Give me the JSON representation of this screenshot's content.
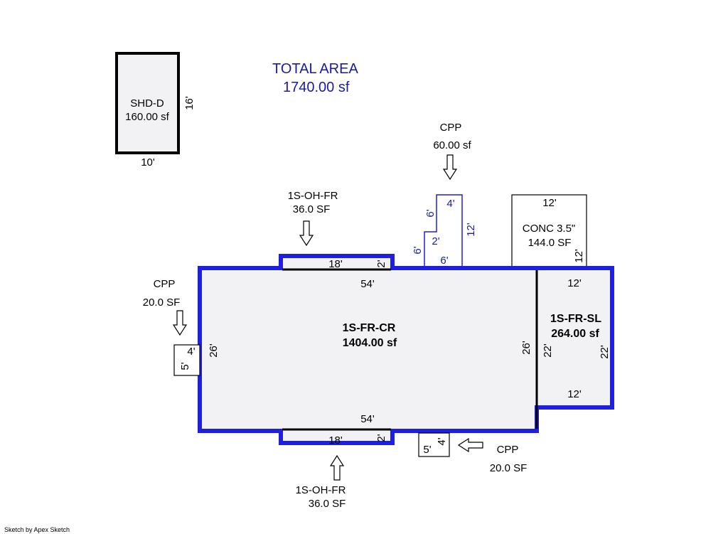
{
  "total": {
    "label": "TOTAL AREA",
    "value": "1740.00 sf"
  },
  "shed": {
    "name": "SHD-D",
    "area": "160.00 sf",
    "dim_side": "16'",
    "dim_bottom": "10'"
  },
  "cpp_top": {
    "name": "CPP",
    "area": "60.00 sf",
    "dim_top": "4'",
    "dim_upper_left": "6'",
    "dim_step": "2'",
    "dim_lower_left": "6'",
    "dim_bottom": "6'",
    "dim_right": "12'"
  },
  "conc": {
    "name": "CONC 3.5\"",
    "area": "144.0 SF",
    "dim_top": "12'",
    "dim_right": "12'"
  },
  "ohfr_top": {
    "name": "1S-OH-FR",
    "area": "36.0 SF",
    "dim_len": "18'",
    "dim_depth": "2'"
  },
  "ohfr_bottom": {
    "name": "1S-OH-FR",
    "area": "36.0 SF",
    "dim_len": "18'",
    "dim_depth": "2'"
  },
  "cpp_left": {
    "name": "CPP",
    "area": "20.0 SF",
    "dim_w": "4'",
    "dim_h": "5'"
  },
  "cpp_bottom": {
    "name": "CPP",
    "area": "20.0 SF",
    "dim_w": "5'",
    "dim_h": "4'"
  },
  "main": {
    "name": "1S-FR-CR",
    "area": "1404.00 sf",
    "dim_top": "54'",
    "dim_bottom": "54'",
    "dim_left": "26'",
    "dim_right": "26'"
  },
  "sl": {
    "name": "1S-FR-SL",
    "area": "264.00 sf",
    "dim_top": "12'",
    "dim_bottom": "12'",
    "dim_left": "22'",
    "dim_right": "22'"
  },
  "footer": {
    "credit": "Sketch by Apex Sketch"
  },
  "colors": {
    "wall": "#1f1fe0",
    "annotation_blue": "#1a1aa6",
    "fill": "#f2f2f5"
  }
}
